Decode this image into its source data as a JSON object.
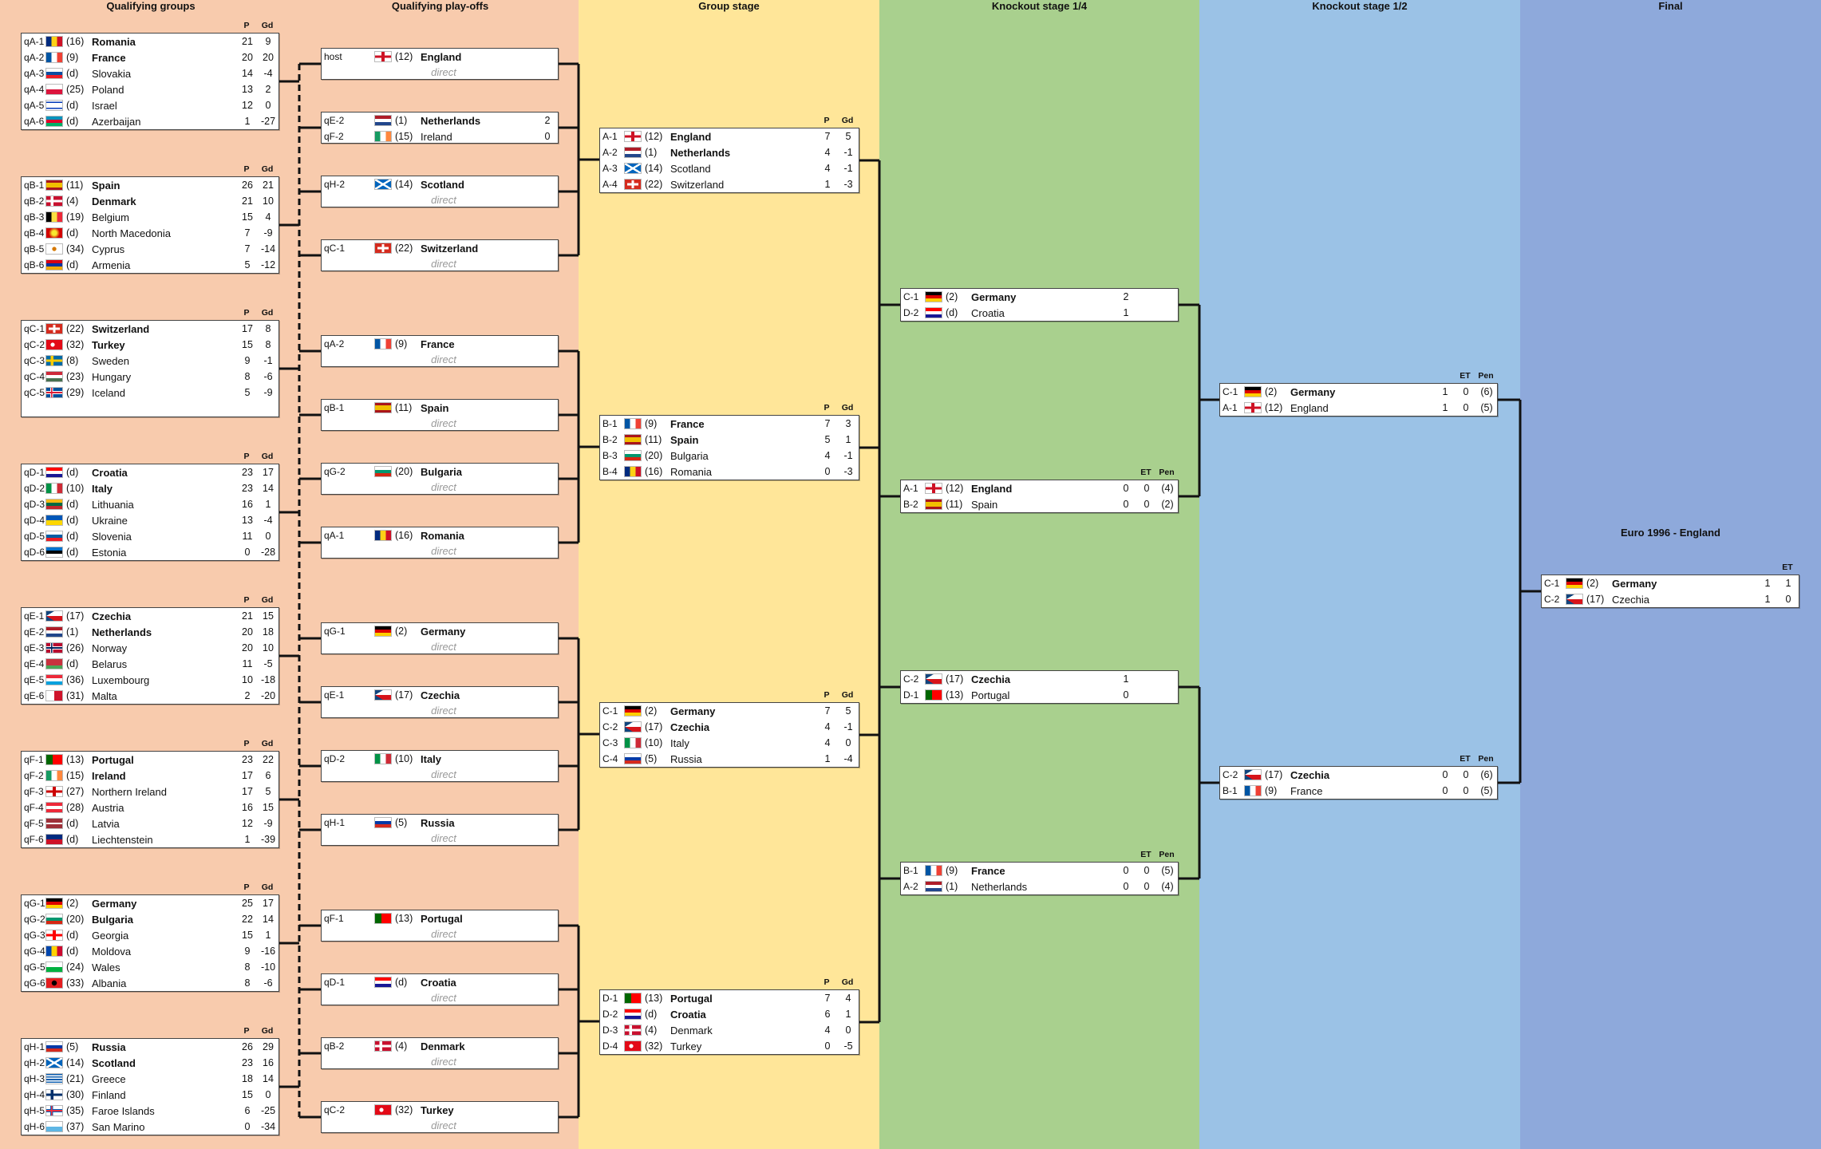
{
  "columns": [
    {
      "title": "Qualifying groups",
      "color": "#F8CBAD"
    },
    {
      "title": "Qualifying play-offs",
      "color": "#F8CBAD"
    },
    {
      "title": "Group stage",
      "color": "#FFE699"
    },
    {
      "title": "Knockout stage 1/4",
      "color": "#A9D08E"
    },
    {
      "title": "Knockout stage 1/2",
      "color": "#9BC2E6"
    },
    {
      "title": "Final",
      "color": "#8EA9DB"
    }
  ],
  "groups": [
    {
      "header": [
        "P",
        "Gd"
      ],
      "rows": [
        {
          "seed": "qA-1",
          "rank": "(16)",
          "team": "Romania",
          "p": "21",
          "gd": "9",
          "q": true
        },
        {
          "seed": "qA-2",
          "rank": "(9)",
          "team": "France",
          "p": "20",
          "gd": "20",
          "q": true
        },
        {
          "seed": "qA-3",
          "rank": "(d)",
          "team": "Slovakia",
          "p": "14",
          "gd": "-4",
          "q": false
        },
        {
          "seed": "qA-4",
          "rank": "(25)",
          "team": "Poland",
          "p": "13",
          "gd": "2",
          "q": false
        },
        {
          "seed": "qA-5",
          "rank": "(d)",
          "team": "Israel",
          "p": "12",
          "gd": "0",
          "q": false
        },
        {
          "seed": "qA-6",
          "rank": "(d)",
          "team": "Azerbaijan",
          "p": "1",
          "gd": "-27",
          "q": false
        }
      ]
    },
    {
      "header": [
        "P",
        "Gd"
      ],
      "rows": [
        {
          "seed": "qB-1",
          "rank": "(11)",
          "team": "Spain",
          "p": "26",
          "gd": "21",
          "q": true
        },
        {
          "seed": "qB-2",
          "rank": "(4)",
          "team": "Denmark",
          "p": "21",
          "gd": "10",
          "q": true
        },
        {
          "seed": "qB-3",
          "rank": "(19)",
          "team": "Belgium",
          "p": "15",
          "gd": "4",
          "q": false
        },
        {
          "seed": "qB-4",
          "rank": "(d)",
          "team": "North Macedonia",
          "p": "7",
          "gd": "-9",
          "q": false
        },
        {
          "seed": "qB-5",
          "rank": "(34)",
          "team": "Cyprus",
          "p": "7",
          "gd": "-14",
          "q": false
        },
        {
          "seed": "qB-6",
          "rank": "(d)",
          "team": "Armenia",
          "p": "5",
          "gd": "-12",
          "q": false
        }
      ]
    },
    {
      "header": [
        "P",
        "Gd"
      ],
      "rows": [
        {
          "seed": "qC-1",
          "rank": "(22)",
          "team": "Switzerland",
          "p": "17",
          "gd": "8",
          "q": true
        },
        {
          "seed": "qC-2",
          "rank": "(32)",
          "team": "Turkey",
          "p": "15",
          "gd": "8",
          "q": true
        },
        {
          "seed": "qC-3",
          "rank": "(8)",
          "team": "Sweden",
          "p": "9",
          "gd": "-1",
          "q": false
        },
        {
          "seed": "qC-4",
          "rank": "(23)",
          "team": "Hungary",
          "p": "8",
          "gd": "-6",
          "q": false
        },
        {
          "seed": "qC-5",
          "rank": "(29)",
          "team": "Iceland",
          "p": "5",
          "gd": "-9",
          "q": false
        }
      ]
    },
    {
      "header": [
        "P",
        "Gd"
      ],
      "rows": [
        {
          "seed": "qD-1",
          "rank": "(d)",
          "team": "Croatia",
          "p": "23",
          "gd": "17",
          "q": true
        },
        {
          "seed": "qD-2",
          "rank": "(10)",
          "team": "Italy",
          "p": "23",
          "gd": "14",
          "q": true
        },
        {
          "seed": "qD-3",
          "rank": "(d)",
          "team": "Lithuania",
          "p": "16",
          "gd": "1",
          "q": false
        },
        {
          "seed": "qD-4",
          "rank": "(d)",
          "team": "Ukraine",
          "p": "13",
          "gd": "-4",
          "q": false
        },
        {
          "seed": "qD-5",
          "rank": "(d)",
          "team": "Slovenia",
          "p": "11",
          "gd": "0",
          "q": false
        },
        {
          "seed": "qD-6",
          "rank": "(d)",
          "team": "Estonia",
          "p": "0",
          "gd": "-28",
          "q": false
        }
      ]
    },
    {
      "header": [
        "P",
        "Gd"
      ],
      "rows": [
        {
          "seed": "qE-1",
          "rank": "(17)",
          "team": "Czechia",
          "p": "21",
          "gd": "15",
          "q": true
        },
        {
          "seed": "qE-2",
          "rank": "(1)",
          "team": "Netherlands",
          "p": "20",
          "gd": "18",
          "q": true
        },
        {
          "seed": "qE-3",
          "rank": "(26)",
          "team": "Norway",
          "p": "20",
          "gd": "10",
          "q": false
        },
        {
          "seed": "qE-4",
          "rank": "(d)",
          "team": "Belarus",
          "p": "11",
          "gd": "-5",
          "q": false
        },
        {
          "seed": "qE-5",
          "rank": "(36)",
          "team": "Luxembourg",
          "p": "10",
          "gd": "-18",
          "q": false
        },
        {
          "seed": "qE-6",
          "rank": "(31)",
          "team": "Malta",
          "p": "2",
          "gd": "-20",
          "q": false
        }
      ]
    },
    {
      "header": [
        "P",
        "Gd"
      ],
      "rows": [
        {
          "seed": "qF-1",
          "rank": "(13)",
          "team": "Portugal",
          "p": "23",
          "gd": "22",
          "q": true
        },
        {
          "seed": "qF-2",
          "rank": "(15)",
          "team": "Ireland",
          "p": "17",
          "gd": "6",
          "q": true
        },
        {
          "seed": "qF-3",
          "rank": "(27)",
          "team": "Northern Ireland",
          "p": "17",
          "gd": "5",
          "q": false
        },
        {
          "seed": "qF-4",
          "rank": "(28)",
          "team": "Austria",
          "p": "16",
          "gd": "15",
          "q": false
        },
        {
          "seed": "qF-5",
          "rank": "(d)",
          "team": "Latvia",
          "p": "12",
          "gd": "-9",
          "q": false
        },
        {
          "seed": "qF-6",
          "rank": "(d)",
          "team": "Liechtenstein",
          "p": "1",
          "gd": "-39",
          "q": false
        }
      ]
    },
    {
      "header": [
        "P",
        "Gd"
      ],
      "rows": [
        {
          "seed": "qG-1",
          "rank": "(2)",
          "team": "Germany",
          "p": "25",
          "gd": "17",
          "q": true
        },
        {
          "seed": "qG-2",
          "rank": "(20)",
          "team": "Bulgaria",
          "p": "22",
          "gd": "14",
          "q": true
        },
        {
          "seed": "qG-3",
          "rank": "(d)",
          "team": "Georgia",
          "p": "15",
          "gd": "1",
          "q": false
        },
        {
          "seed": "qG-4",
          "rank": "(d)",
          "team": "Moldova",
          "p": "9",
          "gd": "-16",
          "q": false
        },
        {
          "seed": "qG-5",
          "rank": "(24)",
          "team": "Wales",
          "p": "8",
          "gd": "-10",
          "q": false
        },
        {
          "seed": "qG-6",
          "rank": "(33)",
          "team": "Albania",
          "p": "8",
          "gd": "-6",
          "q": false
        }
      ]
    },
    {
      "header": [
        "P",
        "Gd"
      ],
      "rows": [
        {
          "seed": "qH-1",
          "rank": "(5)",
          "team": "Russia",
          "p": "26",
          "gd": "29",
          "q": true
        },
        {
          "seed": "qH-2",
          "rank": "(14)",
          "team": "Scotland",
          "p": "23",
          "gd": "16",
          "q": true
        },
        {
          "seed": "qH-3",
          "rank": "(21)",
          "team": "Greece",
          "p": "18",
          "gd": "14",
          "q": false
        },
        {
          "seed": "qH-4",
          "rank": "(30)",
          "team": "Finland",
          "p": "15",
          "gd": "0",
          "q": false
        },
        {
          "seed": "qH-5",
          "rank": "(35)",
          "team": "Faroe Islands",
          "p": "6",
          "gd": "-25",
          "q": false
        },
        {
          "seed": "qH-6",
          "rank": "(37)",
          "team": "San Marino",
          "p": "0",
          "gd": "-34",
          "q": false
        }
      ]
    }
  ],
  "playoffs": [
    {
      "rows": [
        {
          "seed": "host",
          "rank": "(12)",
          "team": "England",
          "q": true
        }
      ],
      "note": "direct"
    },
    {
      "rows": [
        {
          "seed": "qE-2",
          "rank": "(1)",
          "team": "Netherlands",
          "q": true,
          "score": "2"
        },
        {
          "seed": "qF-2",
          "rank": "(15)",
          "team": "Ireland",
          "q": false,
          "score": "0"
        }
      ]
    },
    {
      "rows": [
        {
          "seed": "qH-2",
          "rank": "(14)",
          "team": "Scotland",
          "q": true
        }
      ],
      "note": "direct"
    },
    {
      "rows": [
        {
          "seed": "qC-1",
          "rank": "(22)",
          "team": "Switzerland",
          "q": true
        }
      ],
      "note": "direct"
    },
    {
      "rows": [
        {
          "seed": "qA-2",
          "rank": "(9)",
          "team": "France",
          "q": true
        }
      ],
      "note": "direct"
    },
    {
      "rows": [
        {
          "seed": "qB-1",
          "rank": "(11)",
          "team": "Spain",
          "q": true
        }
      ],
      "note": "direct"
    },
    {
      "rows": [
        {
          "seed": "qG-2",
          "rank": "(20)",
          "team": "Bulgaria",
          "q": true
        }
      ],
      "note": "direct"
    },
    {
      "rows": [
        {
          "seed": "qA-1",
          "rank": "(16)",
          "team": "Romania",
          "q": true
        }
      ],
      "note": "direct"
    },
    {
      "rows": [
        {
          "seed": "qG-1",
          "rank": "(2)",
          "team": "Germany",
          "q": true
        }
      ],
      "note": "direct"
    },
    {
      "rows": [
        {
          "seed": "qE-1",
          "rank": "(17)",
          "team": "Czechia",
          "q": true
        }
      ],
      "note": "direct"
    },
    {
      "rows": [
        {
          "seed": "qD-2",
          "rank": "(10)",
          "team": "Italy",
          "q": true
        }
      ],
      "note": "direct"
    },
    {
      "rows": [
        {
          "seed": "qH-1",
          "rank": "(5)",
          "team": "Russia",
          "q": true
        }
      ],
      "note": "direct"
    },
    {
      "rows": [
        {
          "seed": "qF-1",
          "rank": "(13)",
          "team": "Portugal",
          "q": true
        }
      ],
      "note": "direct"
    },
    {
      "rows": [
        {
          "seed": "qD-1",
          "rank": "(d)",
          "team": "Croatia",
          "q": true
        }
      ],
      "note": "direct"
    },
    {
      "rows": [
        {
          "seed": "qB-2",
          "rank": "(4)",
          "team": "Denmark",
          "q": true
        }
      ],
      "note": "direct"
    },
    {
      "rows": [
        {
          "seed": "qC-2",
          "rank": "(32)",
          "team": "Turkey",
          "q": true
        }
      ],
      "note": "direct"
    }
  ],
  "group_stage": [
    {
      "header": [
        "P",
        "Gd"
      ],
      "rows": [
        {
          "seed": "A-1",
          "rank": "(12)",
          "team": "England",
          "p": "7",
          "gd": "5",
          "q": true
        },
        {
          "seed": "A-2",
          "rank": "(1)",
          "team": "Netherlands",
          "p": "4",
          "gd": "-1",
          "q": true
        },
        {
          "seed": "A-3",
          "rank": "(14)",
          "team": "Scotland",
          "p": "4",
          "gd": "-1",
          "q": false
        },
        {
          "seed": "A-4",
          "rank": "(22)",
          "team": "Switzerland",
          "p": "1",
          "gd": "-3",
          "q": false
        }
      ]
    },
    {
      "header": [
        "P",
        "Gd"
      ],
      "rows": [
        {
          "seed": "B-1",
          "rank": "(9)",
          "team": "France",
          "p": "7",
          "gd": "3",
          "q": true
        },
        {
          "seed": "B-2",
          "rank": "(11)",
          "team": "Spain",
          "p": "5",
          "gd": "1",
          "q": true
        },
        {
          "seed": "B-3",
          "rank": "(20)",
          "team": "Bulgaria",
          "p": "4",
          "gd": "-1",
          "q": false
        },
        {
          "seed": "B-4",
          "rank": "(16)",
          "team": "Romania",
          "p": "0",
          "gd": "-3",
          "q": false
        }
      ]
    },
    {
      "header": [
        "P",
        "Gd"
      ],
      "rows": [
        {
          "seed": "C-1",
          "rank": "(2)",
          "team": "Germany",
          "p": "7",
          "gd": "5",
          "q": true
        },
        {
          "seed": "C-2",
          "rank": "(17)",
          "team": "Czechia",
          "p": "4",
          "gd": "-1",
          "q": true
        },
        {
          "seed": "C-3",
          "rank": "(10)",
          "team": "Italy",
          "p": "4",
          "gd": "0",
          "q": false
        },
        {
          "seed": "C-4",
          "rank": "(5)",
          "team": "Russia",
          "p": "1",
          "gd": "-4",
          "q": false
        }
      ]
    },
    {
      "header": [
        "P",
        "Gd"
      ],
      "rows": [
        {
          "seed": "D-1",
          "rank": "(13)",
          "team": "Portugal",
          "p": "7",
          "gd": "4",
          "q": true
        },
        {
          "seed": "D-2",
          "rank": "(d)",
          "team": "Croatia",
          "p": "6",
          "gd": "1",
          "q": true
        },
        {
          "seed": "D-3",
          "rank": "(4)",
          "team": "Denmark",
          "p": "4",
          "gd": "0",
          "q": false
        },
        {
          "seed": "D-4",
          "rank": "(32)",
          "team": "Turkey",
          "p": "0",
          "gd": "-5",
          "q": false
        }
      ]
    }
  ],
  "quarterfinals": [
    {
      "header": [],
      "rows": [
        {
          "seed": "C-1",
          "rank": "(2)",
          "team": "Germany",
          "q": true,
          "scores": [
            "2"
          ]
        },
        {
          "seed": "D-2",
          "rank": "(d)",
          "team": "Croatia",
          "q": false,
          "scores": [
            "1"
          ]
        }
      ]
    },
    {
      "header": [
        "ET",
        "Pen"
      ],
      "rows": [
        {
          "seed": "A-1",
          "rank": "(12)",
          "team": "England",
          "q": true,
          "scores": [
            "0",
            "0",
            "(4)"
          ]
        },
        {
          "seed": "B-2",
          "rank": "(11)",
          "team": "Spain",
          "q": false,
          "scores": [
            "0",
            "0",
            "(2)"
          ]
        }
      ]
    },
    {
      "header": [],
      "rows": [
        {
          "seed": "C-2",
          "rank": "(17)",
          "team": "Czechia",
          "q": true,
          "scores": [
            "1"
          ]
        },
        {
          "seed": "D-1",
          "rank": "(13)",
          "team": "Portugal",
          "q": false,
          "scores": [
            "0"
          ]
        }
      ]
    },
    {
      "header": [
        "ET",
        "Pen"
      ],
      "rows": [
        {
          "seed": "B-1",
          "rank": "(9)",
          "team": "France",
          "q": true,
          "scores": [
            "0",
            "0",
            "(5)"
          ]
        },
        {
          "seed": "A-2",
          "rank": "(1)",
          "team": "Netherlands",
          "q": false,
          "scores": [
            "0",
            "0",
            "(4)"
          ]
        }
      ]
    }
  ],
  "semifinals": [
    {
      "header": [
        "ET",
        "Pen"
      ],
      "rows": [
        {
          "seed": "C-1",
          "rank": "(2)",
          "team": "Germany",
          "q": true,
          "scores": [
            "1",
            "0",
            "(6)"
          ]
        },
        {
          "seed": "A-1",
          "rank": "(12)",
          "team": "England",
          "q": false,
          "scores": [
            "1",
            "0",
            "(5)"
          ]
        }
      ]
    },
    {
      "header": [
        "ET",
        "Pen"
      ],
      "rows": [
        {
          "seed": "C-2",
          "rank": "(17)",
          "team": "Czechia",
          "q": true,
          "scores": [
            "0",
            "0",
            "(6)"
          ]
        },
        {
          "seed": "B-1",
          "rank": "(9)",
          "team": "France",
          "q": false,
          "scores": [
            "0",
            "0",
            "(5)"
          ]
        }
      ]
    }
  ],
  "final": {
    "title": "Euro 1996 - England",
    "match": {
      "header": [
        "ET"
      ],
      "rows": [
        {
          "seed": "C-1",
          "rank": "(2)",
          "team": "Germany",
          "q": true,
          "scores": [
            "1",
            "1"
          ]
        },
        {
          "seed": "C-2",
          "rank": "(17)",
          "team": "Czechia",
          "q": false,
          "scores": [
            "1",
            "0"
          ]
        }
      ]
    }
  }
}
